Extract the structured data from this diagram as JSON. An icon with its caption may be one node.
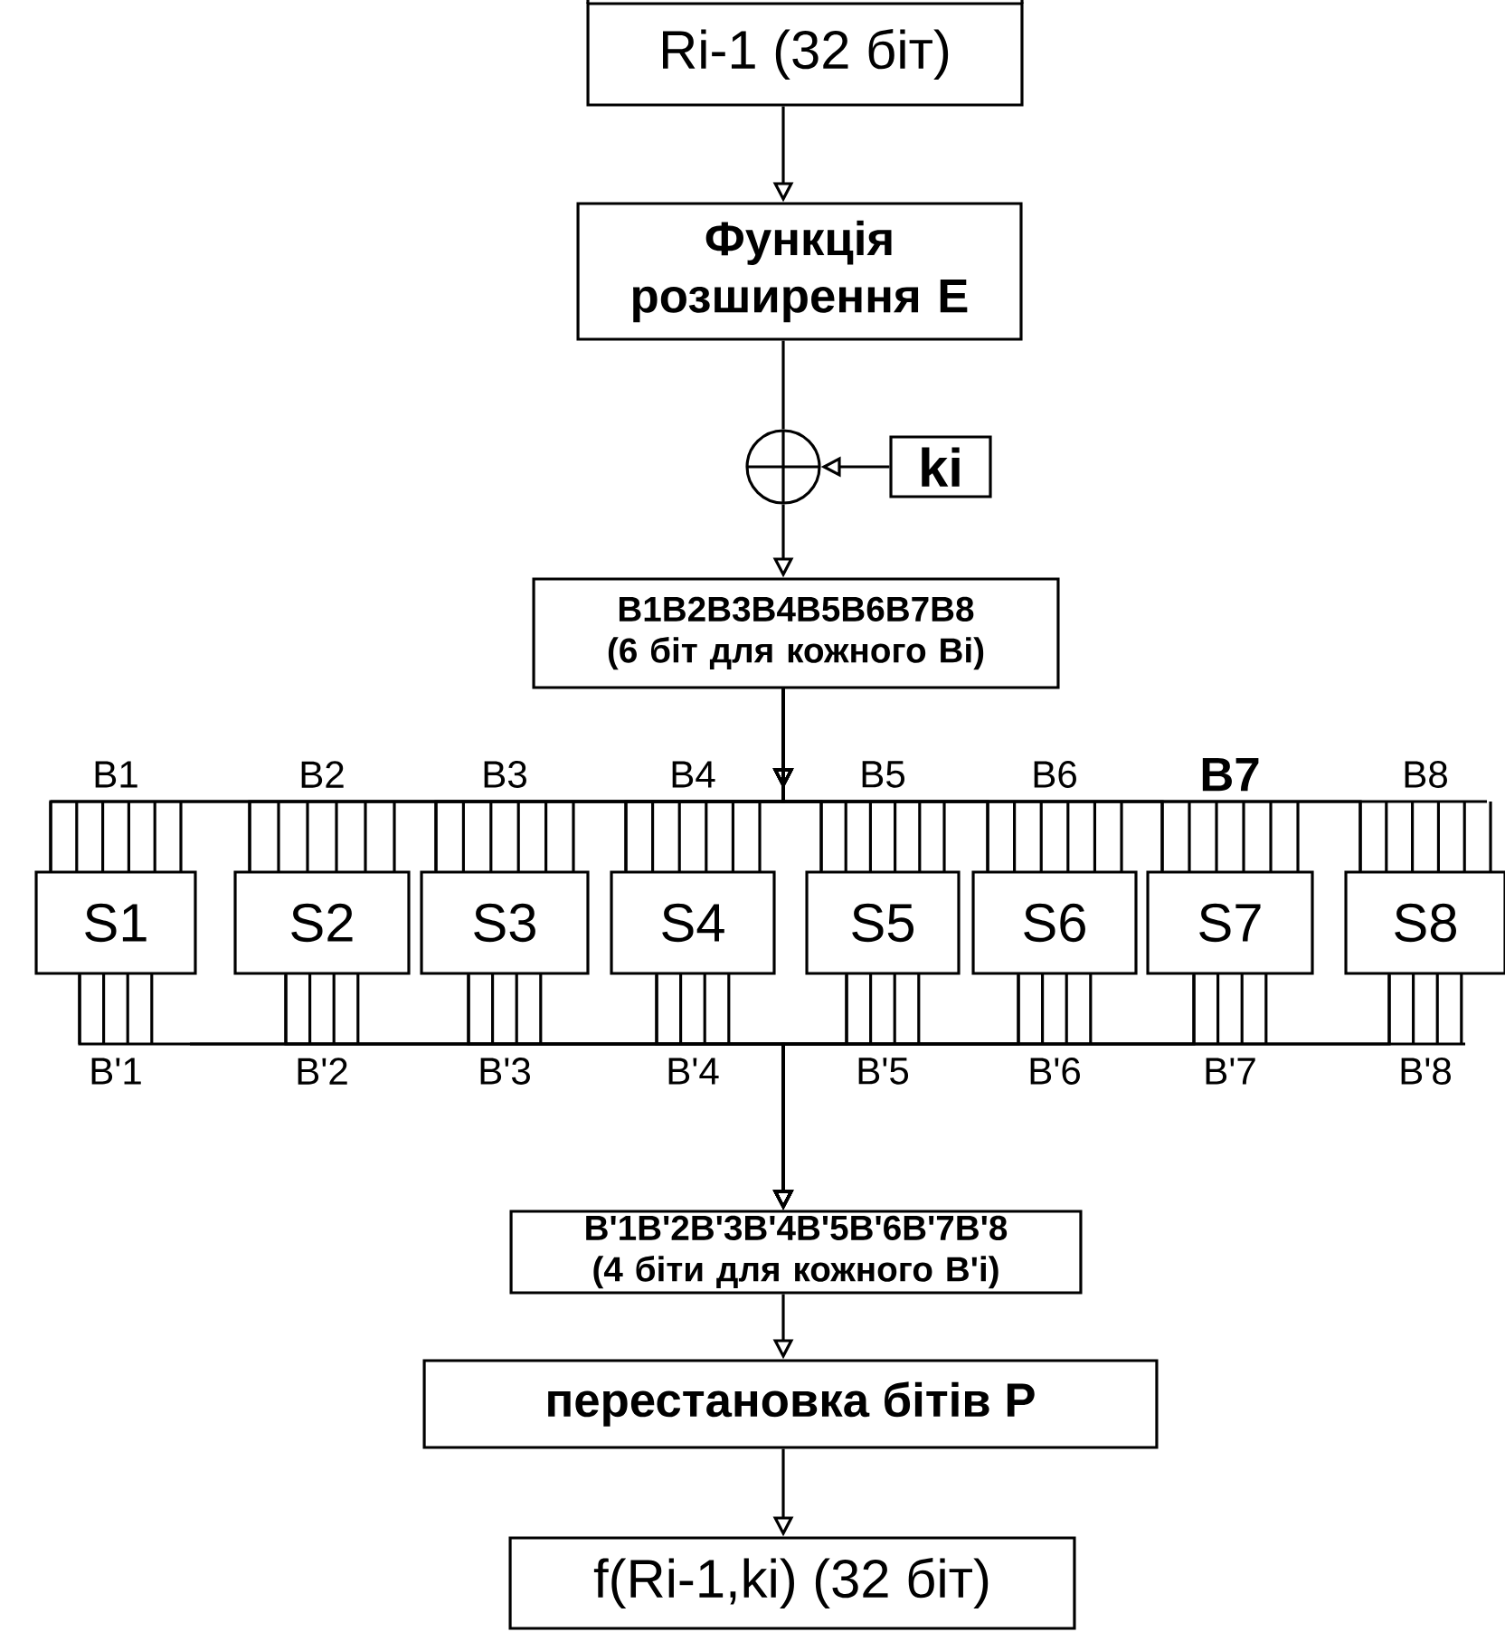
{
  "diagram": {
    "nodes": [
      {
        "text": [
          "Ri-1 (32 біт)"
        ]
      },
      {
        "text": [
          "Функція розширення E"
        ]
      },
      {
        "text": [],
        "shape": "circle"
      },
      {
        "text": [
          "ki"
        ]
      },
      {
        "text": [
          "B1B2B3B4B5B6B7B8",
          "(6 біт для кожного Bi)"
        ]
      },
      {
        "text": [
          "S1"
        ],
        "beside": [
          "B1",
          "B'1"
        ]
      },
      {
        "text": [
          "S2"
        ],
        "beside": [
          "B2",
          "B'2"
        ]
      },
      {
        "text": [
          "S3"
        ],
        "beside": [
          "B3",
          "B'3"
        ]
      },
      {
        "text": [
          "S4"
        ],
        "beside": [
          "B4",
          "B'4"
        ]
      },
      {
        "text": [
          "S5"
        ],
        "beside": [
          "B5",
          "B'5"
        ]
      },
      {
        "text": [
          "S6"
        ],
        "beside": [
          "B6",
          "B'6"
        ]
      },
      {
        "text": [
          "S7"
        ],
        "beside": [
          "B7",
          "B'7"
        ]
      },
      {
        "text": [
          "S8"
        ],
        "beside": [
          "B8",
          "B'8"
        ]
      },
      {
        "text": [
          "B'1B'2B'3B'4B'5B'6B'7B'8",
          "(4 біти для кожного B'i)"
        ]
      },
      {
        "text": [
          "перестановка бітів P"
        ]
      },
      {
        "text": [
          "f(Ri-1,ki) (32 біт)"
        ]
      }
    ],
    "edges": [
      {
        "from": 0,
        "to": 1,
        "arrow": "to"
      },
      {
        "from": 1,
        "to": 2,
        "arrow": "none"
      },
      {
        "from": 3,
        "to": 2,
        "arrow": "to"
      },
      {
        "from": 2,
        "to": 4,
        "arrow": "to"
      },
      {
        "from": 4,
        "to": 5,
        "arrow": "to"
      },
      {
        "from": 4,
        "to": 6,
        "arrow": "to"
      },
      {
        "from": 4,
        "to": 7,
        "arrow": "to"
      },
      {
        "from": 4,
        "to": 8,
        "arrow": "to"
      },
      {
        "from": 4,
        "to": 9,
        "arrow": "to"
      },
      {
        "from": 4,
        "to": 10,
        "arrow": "to"
      },
      {
        "from": 4,
        "to": 11,
        "arrow": "to"
      },
      {
        "from": 4,
        "to": 12,
        "arrow": "to"
      },
      {
        "from": 5,
        "to": 13,
        "arrow": "to"
      },
      {
        "from": 6,
        "to": 13,
        "arrow": "to"
      },
      {
        "from": 7,
        "to": 13,
        "arrow": "to"
      },
      {
        "from": 8,
        "to": 13,
        "arrow": "to"
      },
      {
        "from": 9,
        "to": 13,
        "arrow": "to"
      },
      {
        "from": 10,
        "to": 13,
        "arrow": "to"
      },
      {
        "from": 11,
        "to": 13,
        "arrow": "to"
      },
      {
        "from": 12,
        "to": 13,
        "arrow": "to"
      },
      {
        "from": 13,
        "to": 14,
        "arrow": "to"
      },
      {
        "from": 14,
        "to": 15,
        "arrow": "to"
      }
    ]
  }
}
